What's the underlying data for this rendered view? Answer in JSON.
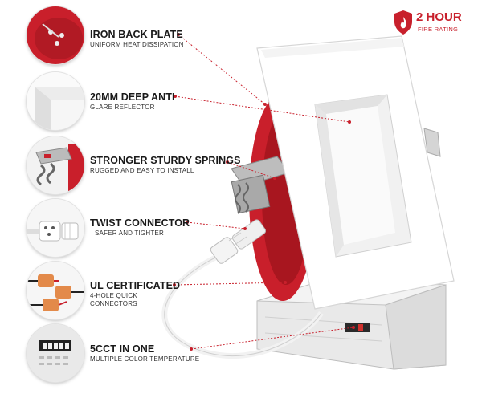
{
  "badge": {
    "title": "2 HOUR",
    "subtitle": "FIRE RATING",
    "icon": "fire-shield-icon",
    "color": "#c8202c"
  },
  "features": [
    {
      "title": "IRON BACK PLATE",
      "subtitle": "UNIFORM HEAT DISSIPATION",
      "icon": "iron-back-plate-icon"
    },
    {
      "title": "20MM DEEP ANTI",
      "subtitle": "GLARE REFLECTOR",
      "icon": "reflector-icon"
    },
    {
      "title": "STRONGER STURDY SPRINGS",
      "subtitle": "RUGGED AND EASY TO INSTALL",
      "icon": "spring-clip-icon"
    },
    {
      "title": "TWIST CONNECTOR",
      "subtitle": "SAFER AND TIGHTER",
      "icon": "twist-connector-icon"
    },
    {
      "title": "UL CERTIFICATED",
      "subtitle": "4-HOLE QUICK CONNECTORS",
      "icon": "wire-connector-icon"
    },
    {
      "title": "5CCT IN ONE",
      "subtitle": "MULTIPLE COLOR TEMPERATURE",
      "icon": "cct-switch-icon"
    }
  ],
  "colors": {
    "accent": "#c8202c",
    "leader": "#c8202c"
  }
}
